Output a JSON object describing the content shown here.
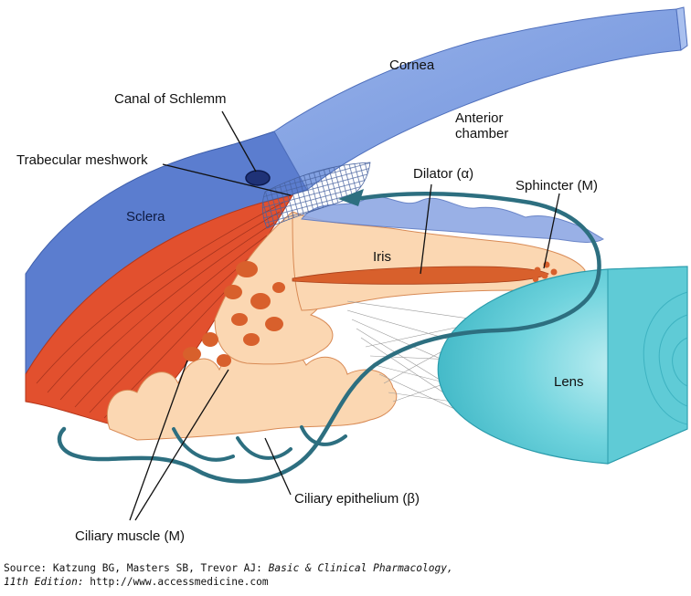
{
  "labels": {
    "cornea": "Cornea",
    "canal": "Canal of Schlemm",
    "anterior_1": "Anterior",
    "anterior_2": "chamber",
    "trabecular": "Trabecular meshwork",
    "dilator": "Dilator (α)",
    "sphincter": "Sphincter (M)",
    "sclera": "Sclera",
    "iris": "Iris",
    "lens": "Lens",
    "ciliary_epithelium": "Ciliary epithelium (β)",
    "ciliary_muscle": "Ciliary muscle (M)"
  },
  "source": {
    "prefix": "Source: Katzung BG, Masters SB, Trevor AJ: ",
    "book": "Basic & Clinical Pharmacology,",
    "edition": "11th Edition:",
    "url": " http://www.accessmedicine.com"
  },
  "colors": {
    "cornea": "#7d9ee0",
    "sclera": "#5d7fd0",
    "muscle": "#e2502e",
    "iris": "#fbd7b2",
    "lens": "#49c2d0",
    "flow_arrow": "#2d6f80"
  }
}
